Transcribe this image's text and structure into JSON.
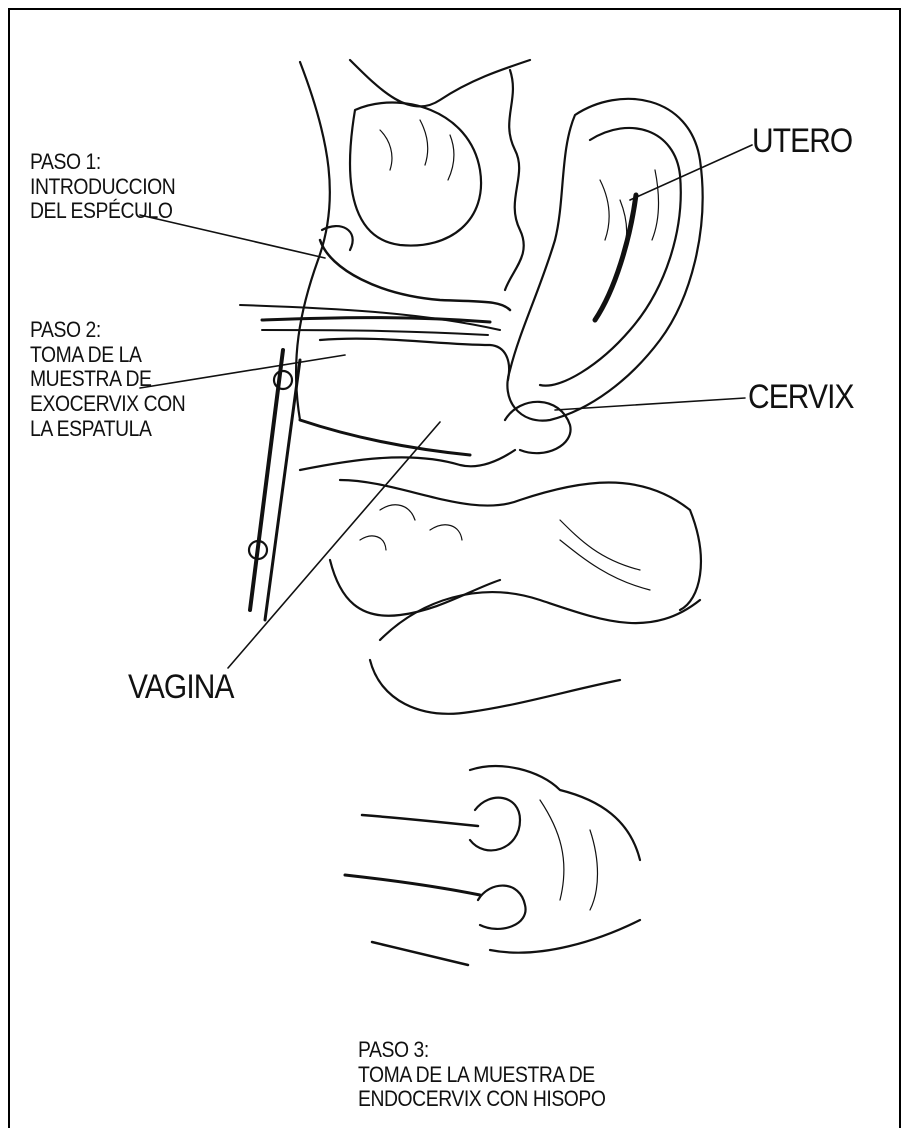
{
  "labels": {
    "paso1": {
      "title": "PASO 1:",
      "line1": "INTRODUCCION",
      "line2": "DEL ESPÉCULO"
    },
    "paso2": {
      "title": "PASO 2:",
      "line1": "TOMA DE LA",
      "line2": "MUESTRA DE",
      "line3": "EXOCERVIX CON",
      "line4": "LA ESPATULA"
    },
    "paso3": {
      "title": "PASO 3:",
      "line1": "TOMA DE LA MUESTRA DE",
      "line2": "ENDOCERVIX CON HISOPO"
    },
    "utero": "UTERO",
    "cervix": "CERVIX",
    "vagina": "VAGINA"
  },
  "colors": {
    "ink": "#111111",
    "background": "#ffffff"
  }
}
